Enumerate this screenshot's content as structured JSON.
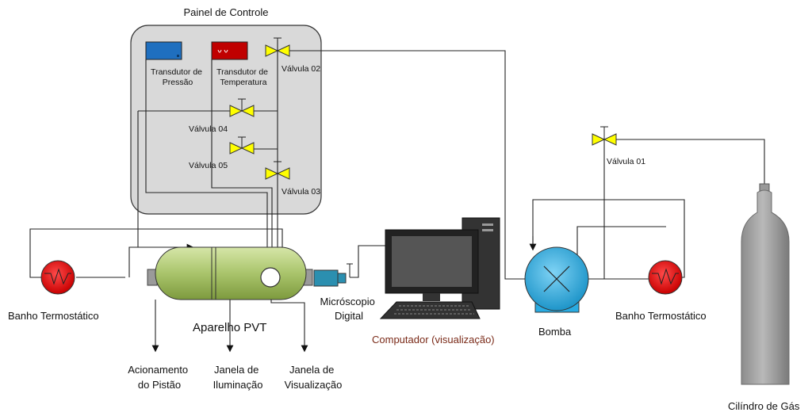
{
  "panel": {
    "title": "Painel de Controle",
    "pressure_transducer": [
      "Transdutor de",
      "Pressão"
    ],
    "temperature_transducer": [
      "Transdutor de",
      "Temperatura"
    ],
    "valve_02": "Válvula 02",
    "valve_03": "Válvula 03",
    "valve_04": "Válvula 04",
    "valve_05": "Válvula 05"
  },
  "valve_01": "Válvula 01",
  "bath_left": "Banho Termostático",
  "bath_right": "Banho Termostático",
  "pvt": "Aparelho PVT",
  "microscope": [
    "Micróscopio",
    "Digital"
  ],
  "computer": "Computador (visualização)",
  "pump": "Bomba",
  "gas_cylinder": "Cilíndro de Gás",
  "piston": [
    "Acionamento",
    "do Pistão"
  ],
  "illumination": [
    "Janela de",
    "Iluminação"
  ],
  "viewing": [
    "Janela de",
    "Visualização"
  ],
  "colors": {
    "panel_fill": "#d9d9d9",
    "valve": "#ffff00",
    "pvt_green": "#a9c46b",
    "pump_blue": "#29abe2",
    "bath_red": "#e00000",
    "cylinder_gray": "#a6a6a6",
    "computer_label": "#7a2a18",
    "pressure_display": "#1f6fbf",
    "temperature_display": "#c00000"
  }
}
